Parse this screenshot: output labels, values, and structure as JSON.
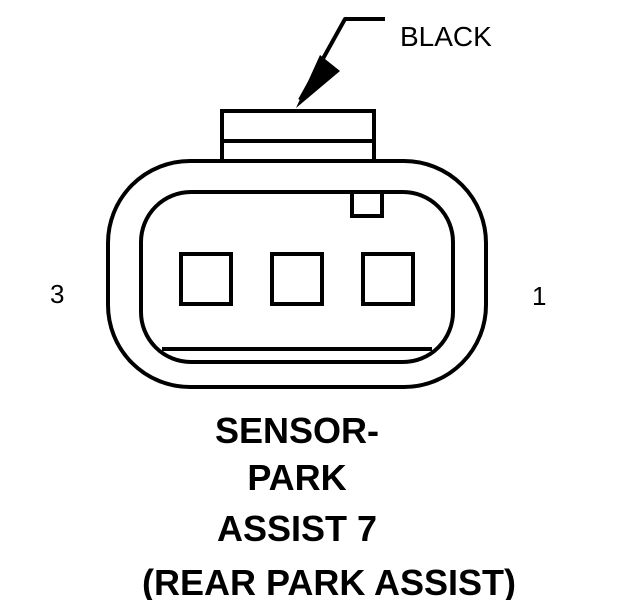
{
  "connector": {
    "wire_color_label": "BLACK",
    "pin_left_label": "3",
    "pin_right_label": "1",
    "title_line1": "SENSOR-",
    "title_line2": "PARK",
    "title_line3": "ASSIST 7",
    "title_line4": "(REAR PARK ASSIST)",
    "cavity_count": 3
  },
  "colors": {
    "stroke": "#000000",
    "background": "#ffffff"
  }
}
